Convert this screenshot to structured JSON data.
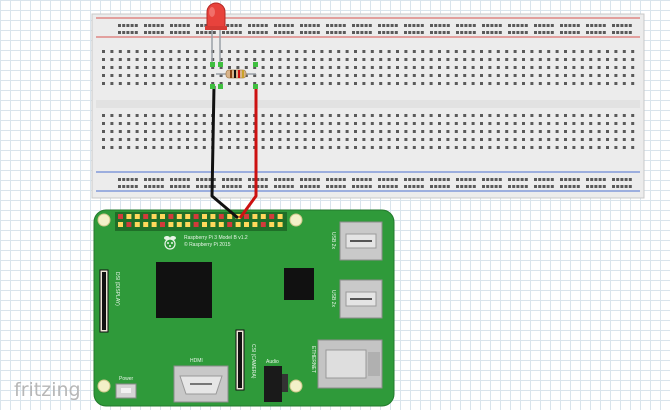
{
  "app": {
    "brand": "fritzing"
  },
  "board": {
    "model_line1": "Raspberry Pi 3 Model B v1.2",
    "model_line2": "© Raspberry Pi 2015",
    "usb_label": "USB 2x",
    "ethernet_label": "ETHERNET",
    "hdmi_label": "HDMI",
    "audio_label": "Audio",
    "camera_label": "CSI (CAMERA)",
    "display_label": "DSI (DISPLAY)",
    "power_label": "Power"
  },
  "colors": {
    "pcb": "#2f9a3a",
    "wire_black": "#111111",
    "wire_red": "#cc1111",
    "led": "#e8423c",
    "rail_red": "#d9534f",
    "rail_blue": "#4d6fd1"
  },
  "icons": {
    "logo": "raspberry-logo-icon",
    "led": "red-led-icon",
    "resistor": "resistor-icon"
  }
}
